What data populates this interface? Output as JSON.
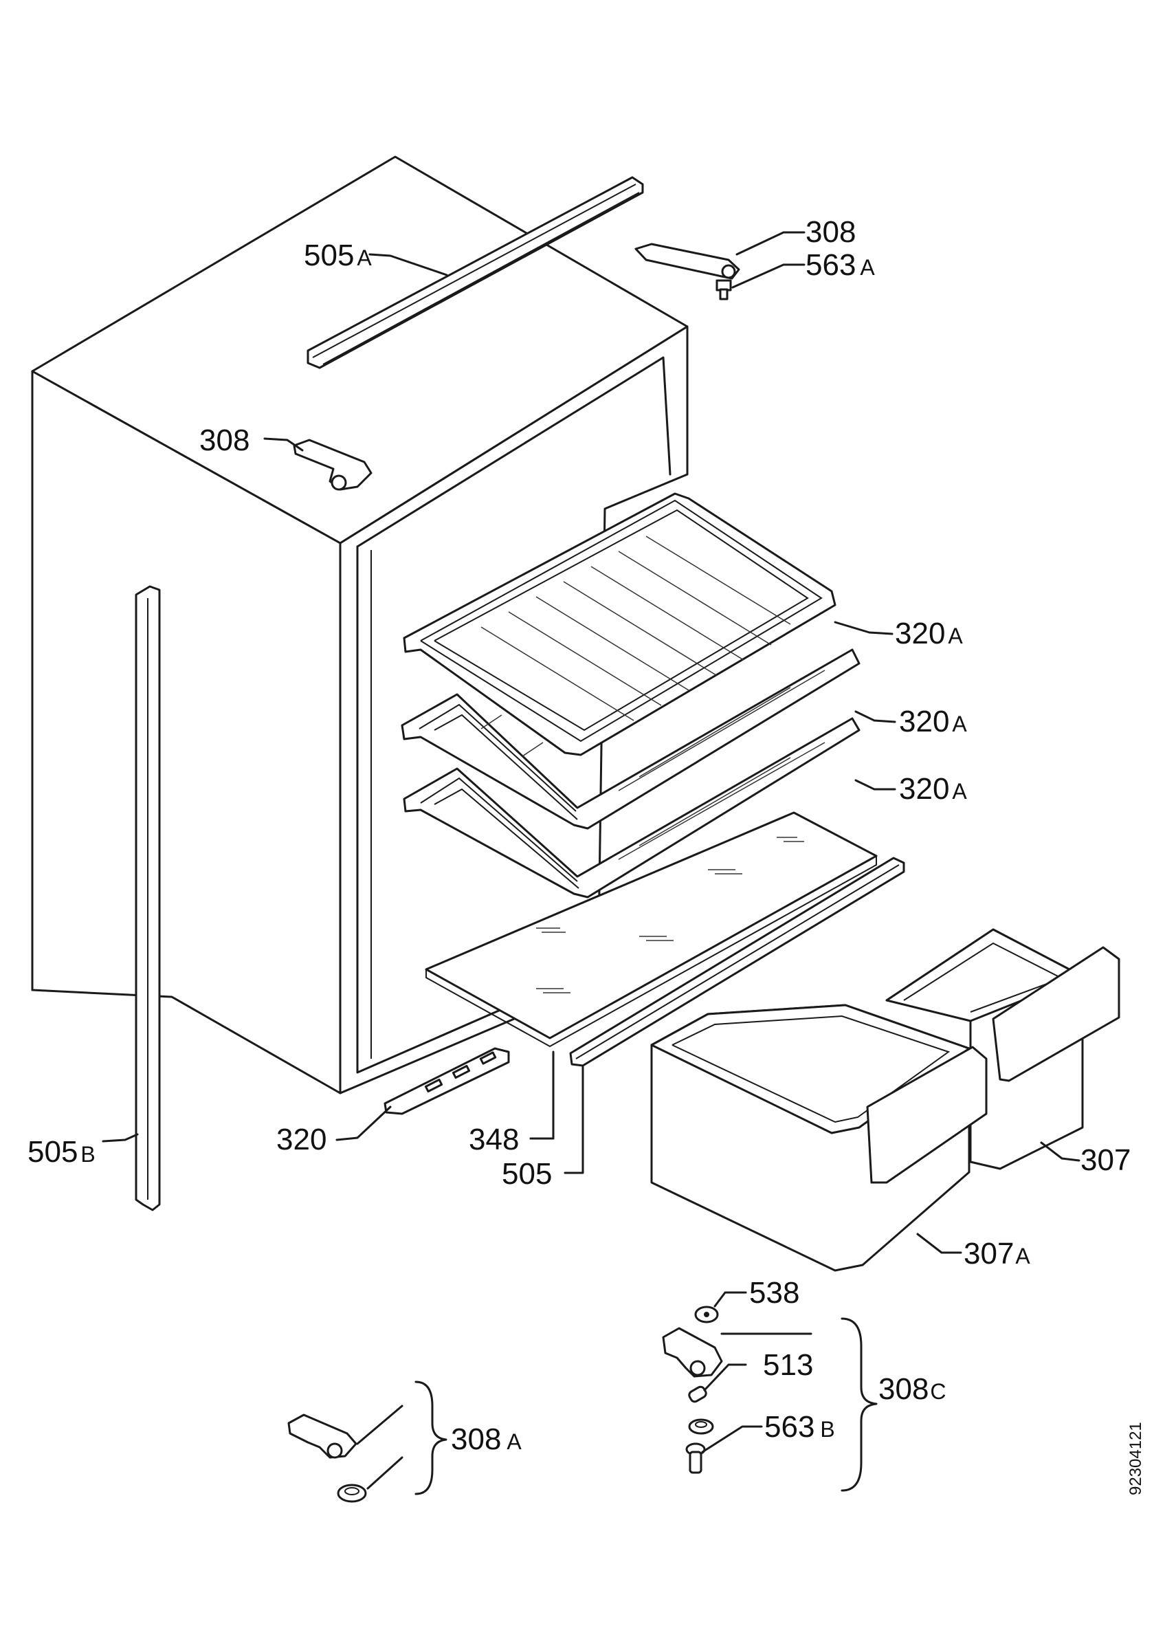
{
  "labels": {
    "l505a": {
      "num": "505",
      "suf": "A"
    },
    "l308t": {
      "num": "308",
      "suf": ""
    },
    "l563a": {
      "num": "563",
      "suf": "A"
    },
    "l308l": {
      "num": "308",
      "suf": ""
    },
    "l320a1": {
      "num": "320",
      "suf": "A"
    },
    "l320a2": {
      "num": "320",
      "suf": "A"
    },
    "l320a3": {
      "num": "320",
      "suf": "A"
    },
    "l505b": {
      "num": "505",
      "suf": "B"
    },
    "l320": {
      "num": "320",
      "suf": ""
    },
    "l348": {
      "num": "348",
      "suf": ""
    },
    "l505": {
      "num": "505",
      "suf": ""
    },
    "l307": {
      "num": "307",
      "suf": ""
    },
    "l307a": {
      "num": "307",
      "suf": "A"
    },
    "l538": {
      "num": "538",
      "suf": ""
    },
    "l513": {
      "num": "513",
      "suf": ""
    },
    "l308c": {
      "num": "308",
      "suf": "C"
    },
    "l563b": {
      "num": "563",
      "suf": "B"
    },
    "l308a": {
      "num": "308",
      "suf": "A"
    }
  },
  "document_number": "92304121"
}
